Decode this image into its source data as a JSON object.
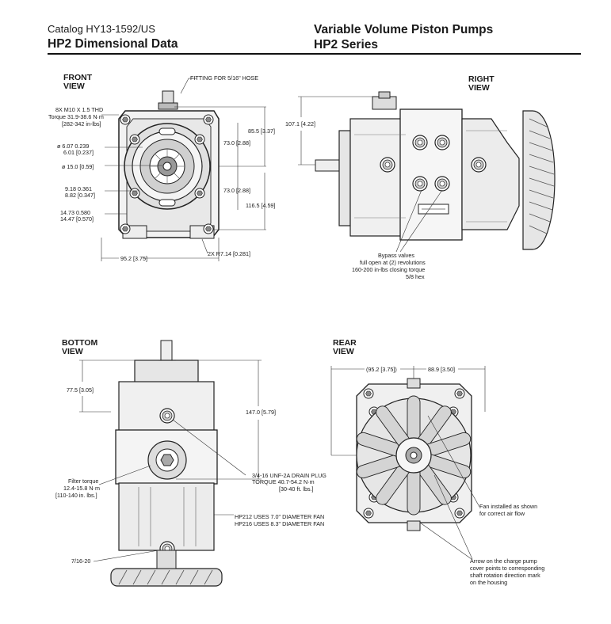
{
  "header": {
    "catalog": "Catalog HY13-1592/US",
    "section_title": "HP2 Dimensional Data",
    "product_title_line1": "Variable Volume Piston Pumps",
    "product_title_line2": "HP2 Series"
  },
  "views": {
    "front": {
      "title_line1": "FRONT",
      "title_line2": "VIEW",
      "fitting": "FITTING FOR 5/16\" HOSE",
      "bolt_line1": "8X M10 X 1.5 THD",
      "bolt_line2": "Torque 31.9-38.6 N·m",
      "bolt_line3": "[282-342 in-lbs]",
      "dia1_line1": "ø 6.07  0.239",
      "dia1_line2": "6.01 [0.237]",
      "dia2": "ø 15.0 [0.59]",
      "dim3_line1": "9.18  0.361",
      "dim3_line2": "8.82 [0.347]",
      "dim4_line1": "14.73  0.580",
      "dim4_line2": "14.47 [0.570]",
      "width": "95.2 [3.75]",
      "radius": "2X R7.14 [0.281]",
      "h1": "85.5 [3.37]",
      "h2": "73.0 [2.88]",
      "h3": "73.0 [2.88]",
      "h4": "116.5 [4.59]"
    },
    "right": {
      "title_line1": "RIGHT",
      "title_line2": "VIEW",
      "height": "107.1 [4.22]",
      "bypass_line1": "Bypass valves",
      "bypass_line2": "full open at (2) revolutions",
      "bypass_line3": "160-200 in-lbs closing torque",
      "bypass_line4": "5/8 hex"
    },
    "bottom": {
      "title_line1": "BOTTOM",
      "title_line2": "VIEW",
      "dim1": "77.5 [3.05]",
      "dim2": "147.0 [5.79]",
      "filter_line1": "Filter torque",
      "filter_line2": "12.4-15.8 N·m",
      "filter_line3": "[110-140 in. lbs.]",
      "drain_line1": "3/4-16 UNF-2A DRAIN PLUG",
      "drain_line2": "TORQUE 40.7-54.2 N·m",
      "drain_line3": "[30-40 ft. lbs.]",
      "fan_line1": "HP212 USES 7.0\" DIAMETER FAN",
      "fan_line2": "HP216 USES 8.3\" DIAMETER FAN",
      "thread": "7/16-20"
    },
    "rear": {
      "title_line1": "REAR",
      "title_line2": "VIEW",
      "dim1": "(95.2 [3.75])",
      "dim2": "88.9 [3.50]",
      "fan_note_line1": "Fan installed as shown",
      "fan_note_line2": "for correct air flow",
      "arrow_line1": "Arrow on the charge pump",
      "arrow_line2": "cover points to corresponding",
      "arrow_line3": "shaft rotation direction mark",
      "arrow_line4": "on the housing"
    }
  }
}
